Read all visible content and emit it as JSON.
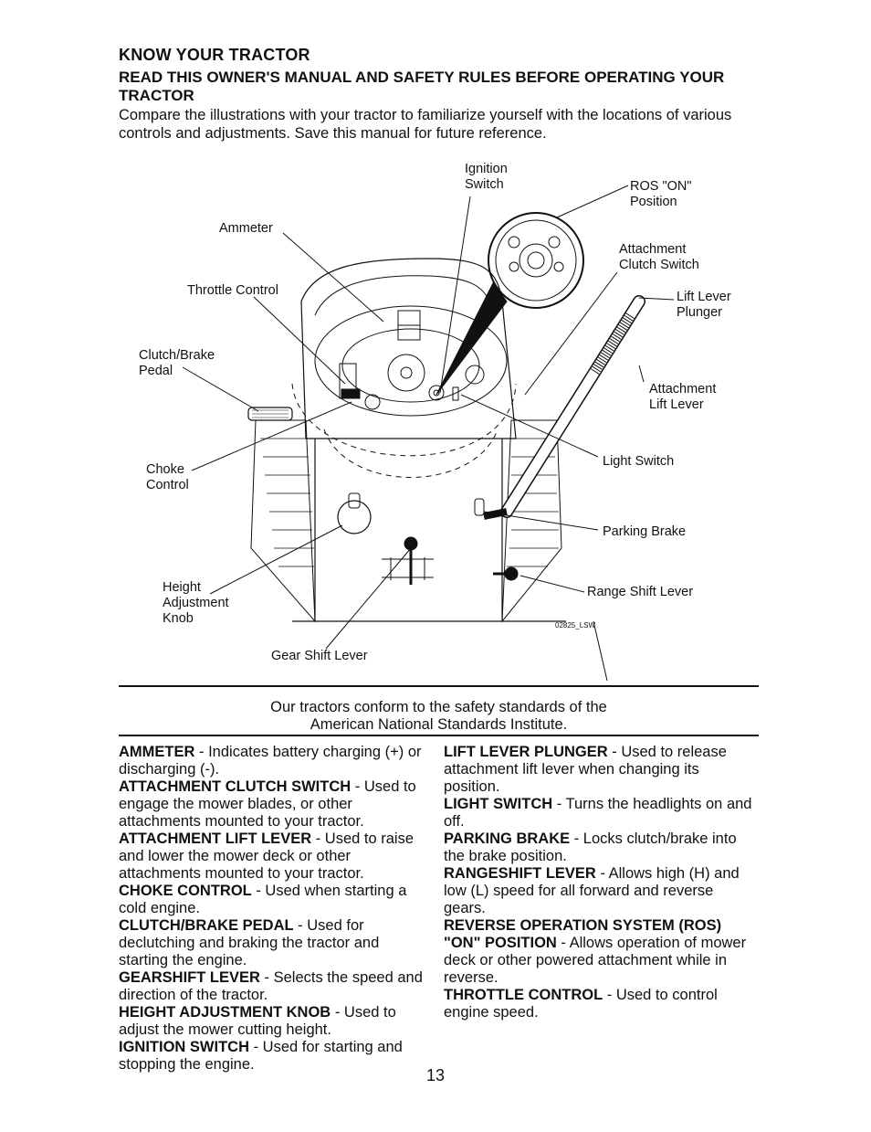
{
  "heading": "KNOW YOUR TRACTOR",
  "subheading": "READ THIS OWNER'S MANUAL AND SAFETY RULES BEFORE OPERATING YOUR TRACTOR",
  "intro": "Compare the illustrations with your tractor to familiarize yourself with the locations of various controls and adjustments. Save this manual for future reference.",
  "labels": {
    "ignition": "Ignition\nSwitch",
    "ros": "ROS \"ON\"\nPosition",
    "ammeter": "Ammeter",
    "attach_clutch": "Attachment\nClutch Switch",
    "throttle": "Throttle Control",
    "lift_plunger": "Lift Lever\nPlunger",
    "clutch_brake": "Clutch/Brake\nPedal",
    "attach_lift": "Attachment\nLift Lever",
    "light_switch": "Light Switch",
    "choke": "Choke\nControl",
    "parking": "Parking Brake",
    "height": "Height\nAdjustment\nKnob",
    "range_shift": "Range Shift Lever",
    "gear_shift": "Gear Shift Lever",
    "figure_code": "02825_LSW"
  },
  "conform": "Our tractors conform to the safety standards of the\nAmerican National Standards Institute.",
  "definitions_left": [
    {
      "term": "AMMETER",
      "text": " - Indicates battery charging (+) or discharging (-)."
    },
    {
      "term": "ATTACHMENT CLUTCH SWITCH",
      "text": " - Used to engage the mower blades, or other attachments mounted to your tractor."
    },
    {
      "term": "ATTACHMENT LIFT LEVER",
      "text": " - Used to raise and lower the mower deck or other attachments mounted to your tractor."
    },
    {
      "term": "CHOKE CONTROL",
      "text": " - Used when starting a cold engine."
    },
    {
      "term": "CLUTCH/BRAKE PEDAL",
      "text": " - Used for declutching and braking the tractor and starting the engine."
    },
    {
      "term": "GEARSHIFT LEVER",
      "text": " - Selects the speed and direction of the tractor."
    },
    {
      "term": "HEIGHT ADJUSTMENT KNOB",
      "text": " - Used to adjust the mower cutting height."
    },
    {
      "term": "IGNITION SWITCH",
      "text": " - Used for starting and stopping the engine."
    }
  ],
  "definitions_right": [
    {
      "term": "LIFT LEVER PLUNGER",
      "text": " - Used to release attachment lift lever when changing its position."
    },
    {
      "term": "LIGHT SWITCH",
      "text": " - Turns the headlights on and off."
    },
    {
      "term": "PARKING BRAKE",
      "text": " - Locks clutch/brake into the brake position."
    },
    {
      "term": "RANGESHIFT LEVER",
      "text": " - Allows high (H) and low (L) speed for all forward and reverse gears."
    },
    {
      "term": "REVERSE OPERATION SYSTEM (ROS) \"ON\" POSITION",
      "text": " - Allows operation of mower deck or other powered attachment while in reverse."
    },
    {
      "term": "THROTTLE CONTROL",
      "text": " - Used to control engine speed."
    }
  ],
  "page_number": "13"
}
